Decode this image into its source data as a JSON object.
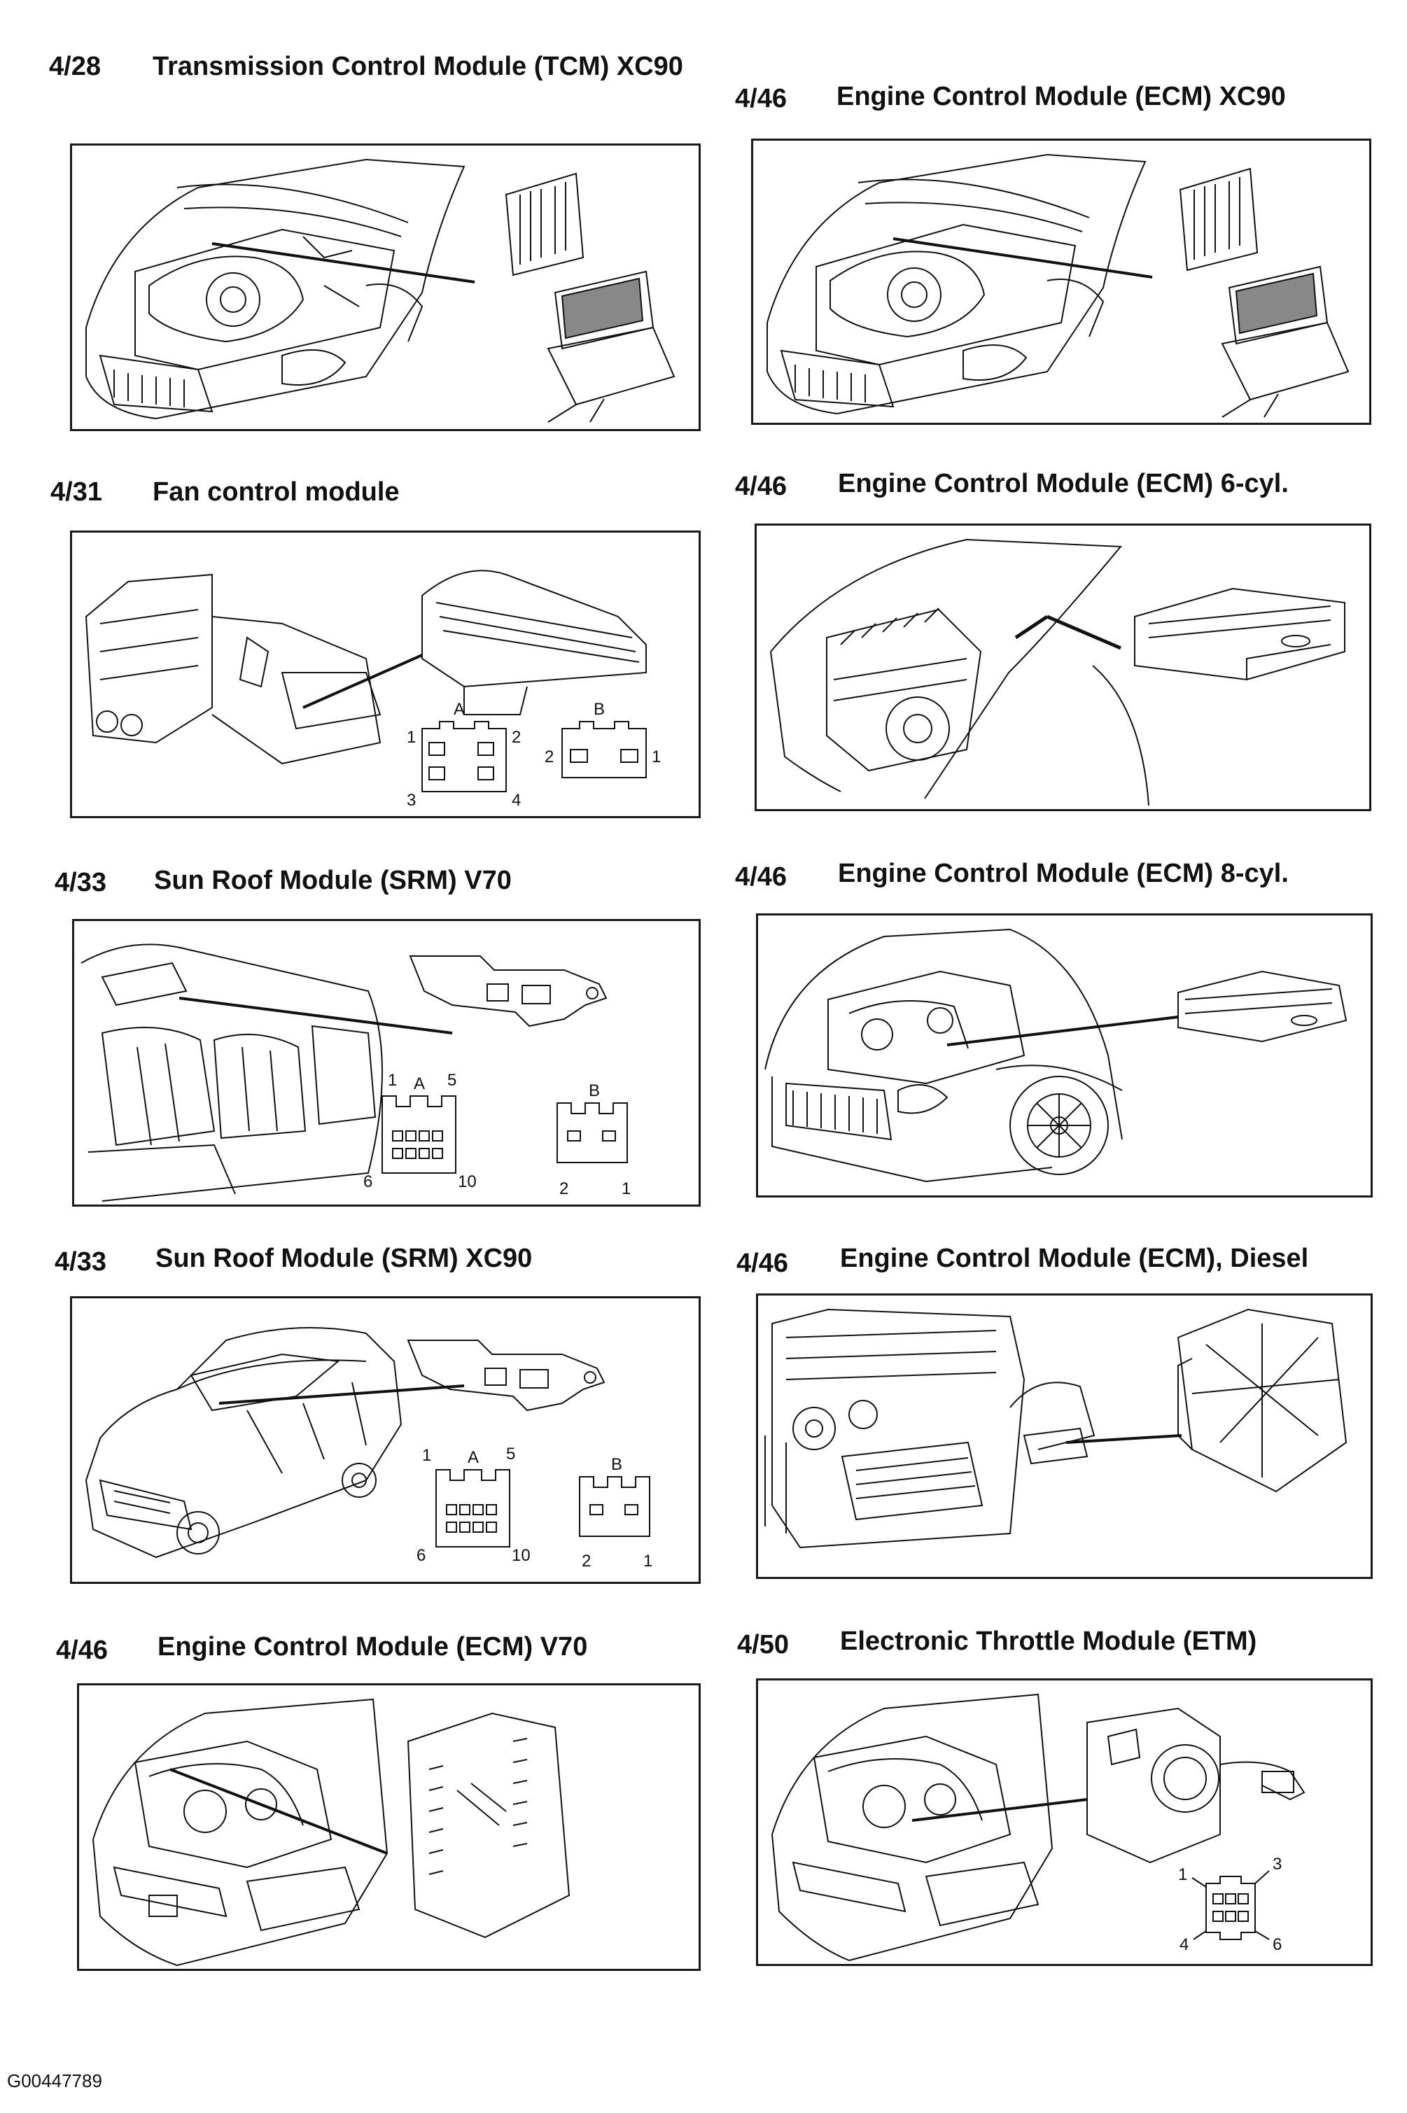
{
  "panels": [
    {
      "code": "4/28",
      "title": "Transmission Control Module (TCM) XC90",
      "scene": "xc90-front-engine-bay",
      "component": "tcm"
    },
    {
      "code": "4/46",
      "title": "Engine Control Module (ECM) XC90",
      "scene": "xc90-front-engine-bay",
      "component": "ecm-xc90"
    },
    {
      "code": "4/31",
      "title": "Fan control module",
      "scene": "hvac-unit",
      "component": "fan-module",
      "connectors": [
        {
          "label": "A",
          "pins": [
            "1",
            "2",
            "3",
            "4"
          ]
        },
        {
          "label": "B",
          "pins": [
            "2",
            "1"
          ]
        }
      ]
    },
    {
      "code": "4/46",
      "title": "Engine Control Module (ECM) 6-cyl.",
      "scene": "engine-6cyl",
      "component": "ecm-box"
    },
    {
      "code": "4/33",
      "title": "Sun Roof Module (SRM) V70",
      "scene": "v70-interior",
      "component": "srm",
      "connectors": [
        {
          "label": "A",
          "pins": [
            "1",
            "5",
            "6",
            "10"
          ]
        },
        {
          "label": "B",
          "pins": [
            "2",
            "1"
          ]
        }
      ]
    },
    {
      "code": "4/46",
      "title": "Engine Control Module (ECM) 8-cyl.",
      "scene": "xc90-front-wheel",
      "component": "ecm-box"
    },
    {
      "code": "4/33",
      "title": "Sun Roof Module (SRM) XC90",
      "scene": "xc90-exterior",
      "component": "srm",
      "connectors": [
        {
          "label": "A",
          "pins": [
            "1",
            "5",
            "6",
            "10"
          ]
        },
        {
          "label": "B",
          "pins": [
            "2",
            "1"
          ]
        }
      ]
    },
    {
      "code": "4/46",
      "title": "Engine Control Module (ECM), Diesel",
      "scene": "diesel-engine",
      "component": "ecm-diesel"
    },
    {
      "code": "4/46",
      "title": "Engine Control Module (ECM) V70",
      "scene": "v70-engine-bay",
      "component": "ecm-v70"
    },
    {
      "code": "4/50",
      "title": "Electronic Throttle Module (ETM)",
      "scene": "v70-engine-bay",
      "component": "etm",
      "connectors": [
        {
          "label": "",
          "pins": [
            "1",
            "3",
            "4",
            "6"
          ]
        }
      ]
    }
  ],
  "figure_id": "G00447789"
}
